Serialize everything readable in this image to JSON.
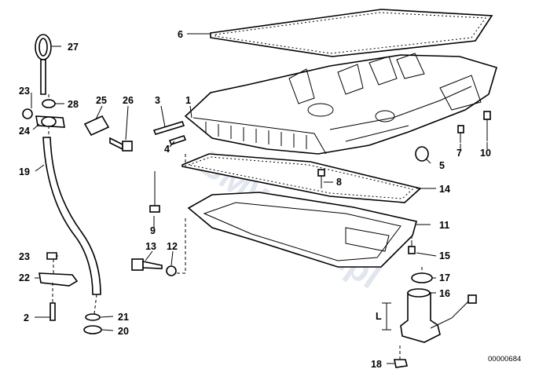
{
  "labels": [
    "1",
    "2",
    "3",
    "4",
    "5",
    "6",
    "7",
    "8",
    "9",
    "10",
    "11",
    "12",
    "13",
    "14",
    "15",
    "16",
    "17",
    "18",
    "19",
    "20",
    "21",
    "22",
    "23",
    "23",
    "24",
    "25",
    "26",
    "27",
    "28",
    "L"
  ],
  "diagram_code": "00000684",
  "watermark": "BMWstore.pl"
}
